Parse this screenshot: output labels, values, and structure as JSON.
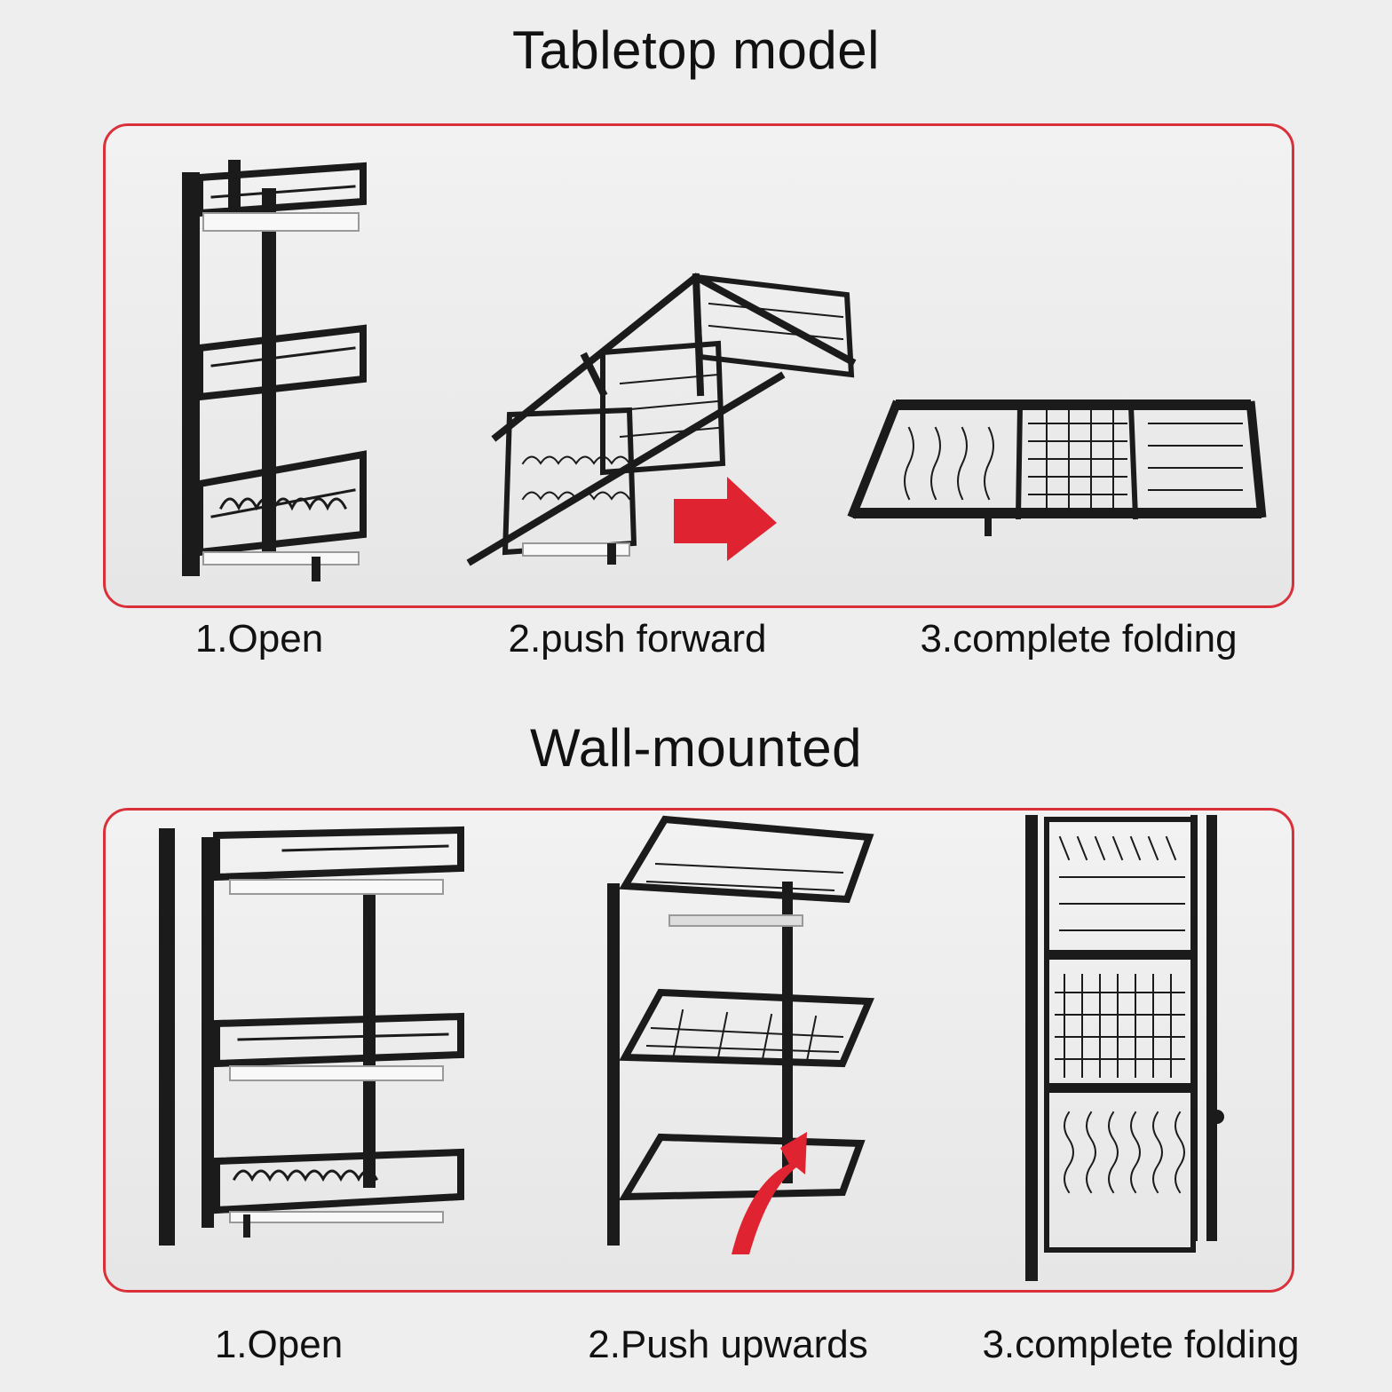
{
  "sections": {
    "tabletop": {
      "title": "Tabletop model",
      "steps": [
        "1.Open",
        "2.push forward",
        "3.complete folding"
      ]
    },
    "wall": {
      "title": "Wall-mounted",
      "steps": [
        "1.Open",
        "2.Push upwards",
        "3.complete folding"
      ]
    }
  },
  "colors": {
    "accent": "#d9303a",
    "rack": "#1b1b1b",
    "background": "#eeeeee"
  },
  "icons": [
    "arrow-right-icon",
    "arrow-curved-up-icon"
  ]
}
